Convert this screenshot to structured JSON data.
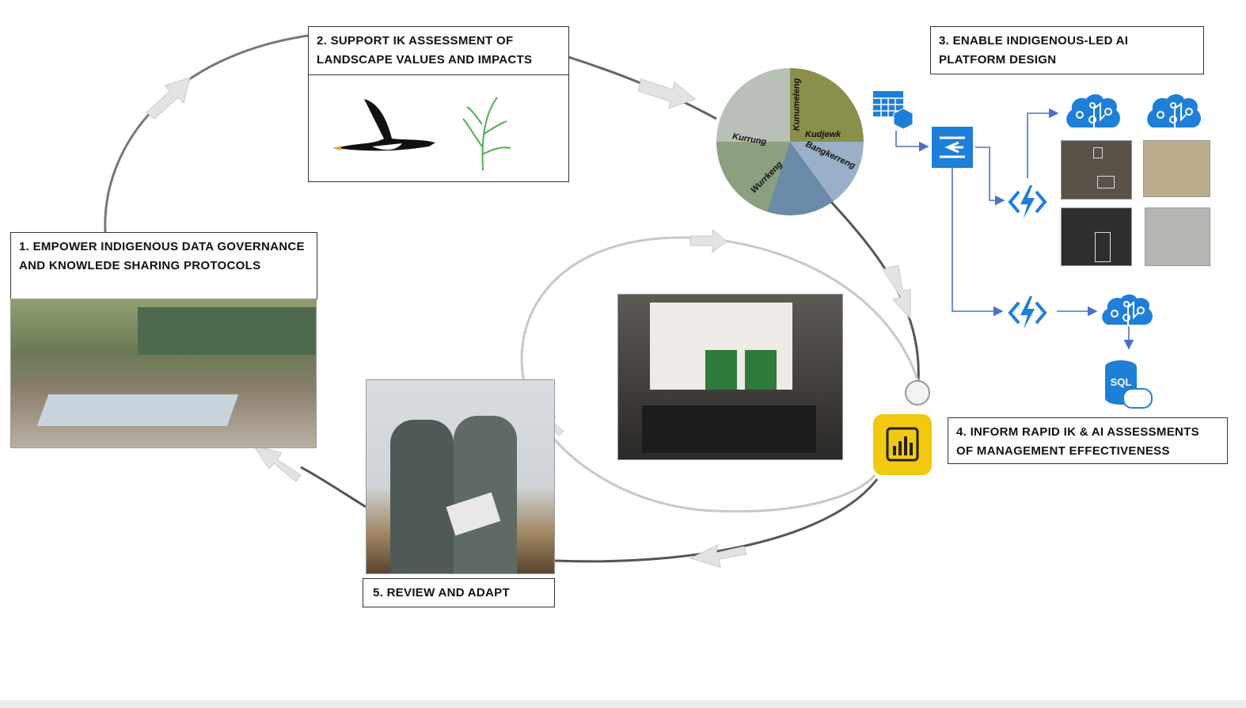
{
  "steps": {
    "step1": "1. EMPOWER INDIGENOUS DATA GOVERNANCE AND KNOWLEDE SHARING PROTOCOLS",
    "step2": "2. SUPPORT IK  ASSESSMENT OF LANDSCAPE VALUES AND IMPACTS",
    "step3": "3. ENABLE INDIGENOUS-LED AI PLATFORM DESIGN",
    "step4": "4. INFORM RAPID IK & AI ASSESSMENTS OF MANAGEMENT  EFFECTIVENESS",
    "step5": "5.   REVIEW AND ADAPT"
  },
  "seasons": [
    "Kunumeleng",
    "Kudjewk",
    "Kurrung",
    "Wurrkeng",
    "Bangkerreng"
  ],
  "icons": {
    "sql_label": "SQL"
  },
  "colors": {
    "azure": "#1e7fd8",
    "powerbi": "#f2c811",
    "arrow": "#d9d9d9",
    "line": "#6e6e6e"
  }
}
